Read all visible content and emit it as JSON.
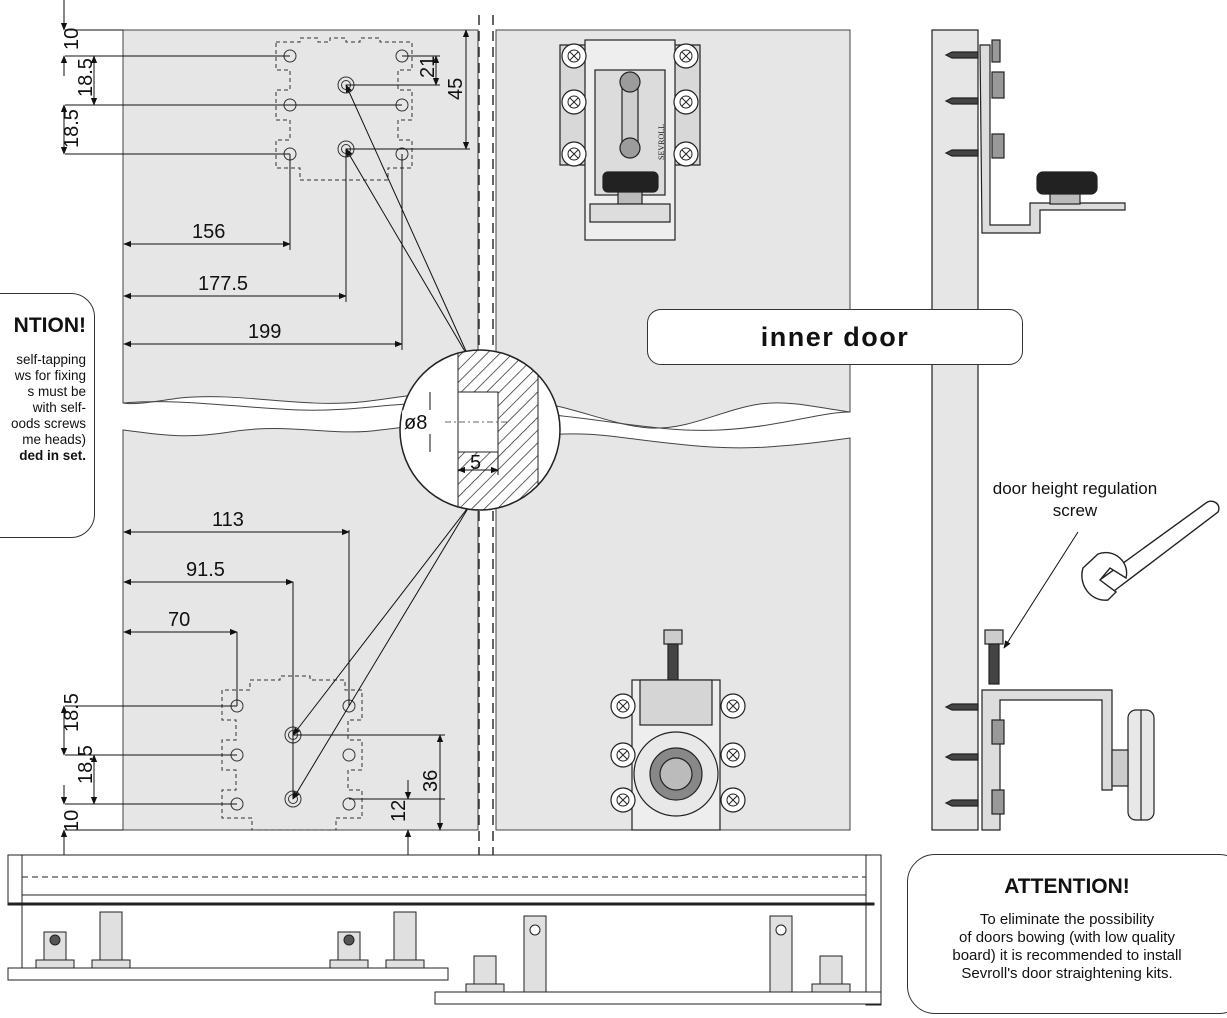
{
  "dimensions": {
    "top_vertical": [
      "10",
      "18.5",
      "18.5"
    ],
    "top_right": [
      "21",
      "45"
    ],
    "top_horizontal": [
      "156",
      "177.5",
      "199"
    ],
    "hole": [
      "ø8",
      "5"
    ],
    "bottom_horizontal": [
      "113",
      "91.5",
      "70"
    ],
    "bottom_vertical": [
      "18.5",
      "18.5",
      "10"
    ],
    "bottom_right": [
      "36",
      "12"
    ]
  },
  "labels": {
    "inner_door": "inner door",
    "regulation_note": "door height regulation screw",
    "brand_mark": "SEVROLL"
  },
  "attention_left": {
    "title": "NTION!",
    "lines": [
      "self-tapping",
      "ws for fixing",
      "s must be",
      "with self-",
      "oods screws",
      "me heads)"
    ],
    "bold_line": "ded in set."
  },
  "attention_right": {
    "title": "ATTENTION!",
    "lines": [
      "To eliminate the possibility",
      "of doors bowing (with low quality",
      "board) it is recommended to install",
      "Sevroll's door straightening kits."
    ]
  },
  "colors": {
    "panel": "#e6e6e6",
    "line": "#222222",
    "metal": "#d4d4d4"
  }
}
